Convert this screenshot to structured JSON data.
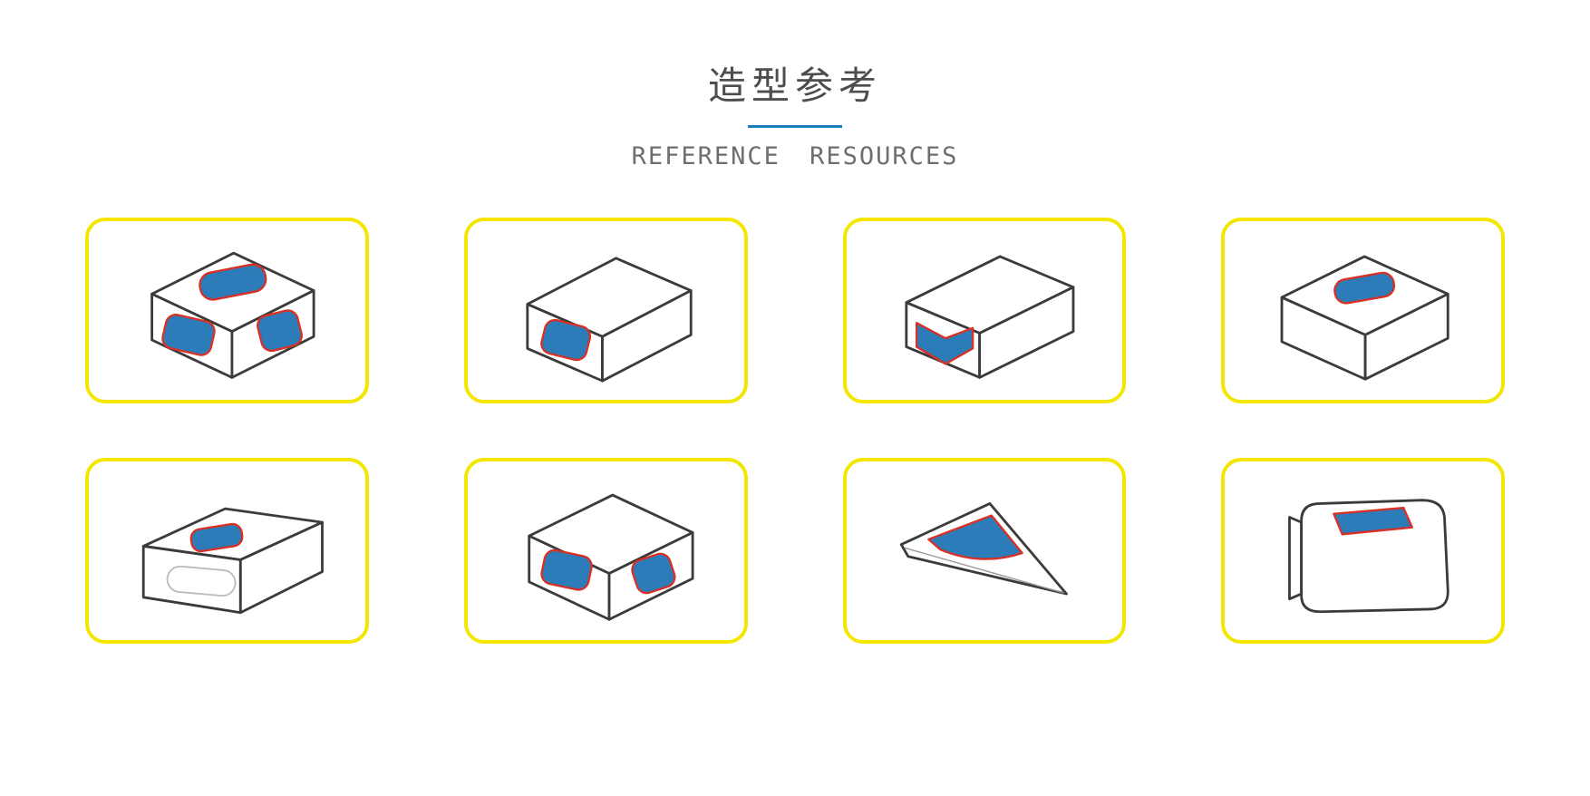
{
  "header": {
    "title": "造型参考",
    "subtitle": "REFERENCE RESOURCES"
  },
  "colors": {
    "card_border": "#F3E600",
    "divider": "#1E7DC0",
    "sketch_outline": "#3B3B3B",
    "patch_fill": "#2B7CB9",
    "patch_stroke": "#D93025",
    "ghost_outline": "#BDBDBD"
  },
  "cards": [
    {
      "icon": "box-top-window-two-side-windows-sketch"
    },
    {
      "icon": "box-front-window-sketch"
    },
    {
      "icon": "box-front-chevron-window-sketch"
    },
    {
      "icon": "box-top-window-sketch"
    },
    {
      "icon": "box-top-window-front-diecut-sketch"
    },
    {
      "icon": "box-two-side-windows-sketch"
    },
    {
      "icon": "wedge-box-top-window-sketch"
    },
    {
      "icon": "pouch-top-window-sketch"
    }
  ]
}
